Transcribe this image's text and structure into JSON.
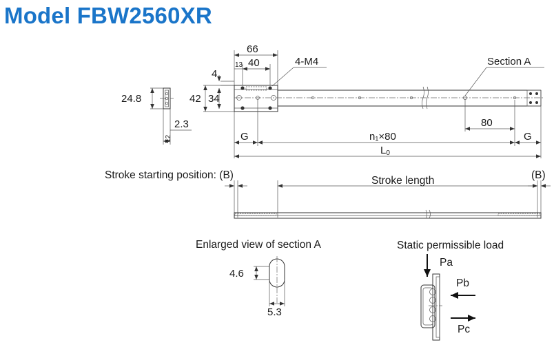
{
  "title": "Model FBW2560XR",
  "top_view": {
    "dim_66": "66",
    "dim_40": "40",
    "dim_13": "13",
    "dim_4": "4",
    "dim_42": "42",
    "dim_34": "34",
    "hole_callout": "4-M4",
    "section_label": "Section A",
    "dim_80": "80",
    "g_left": "G",
    "g_right": "G",
    "pitch_label": "n₁×80",
    "length_label": "L",
    "length_sub": "0"
  },
  "end_view": {
    "dim_24_8": "24.8",
    "dim_2_3": "2.3",
    "dim_12": "12"
  },
  "stroke_view": {
    "start_label": "Stroke starting position: (B)",
    "stroke_label": "Stroke length",
    "end_label": "(B)"
  },
  "section_view": {
    "title": "Enlarged view of section A",
    "dim_4_6": "4.6",
    "dim_5_3": "5.3"
  },
  "load_view": {
    "title": "Static permissible load",
    "pa": "Pa",
    "pb": "Pb",
    "pc": "Pc"
  }
}
